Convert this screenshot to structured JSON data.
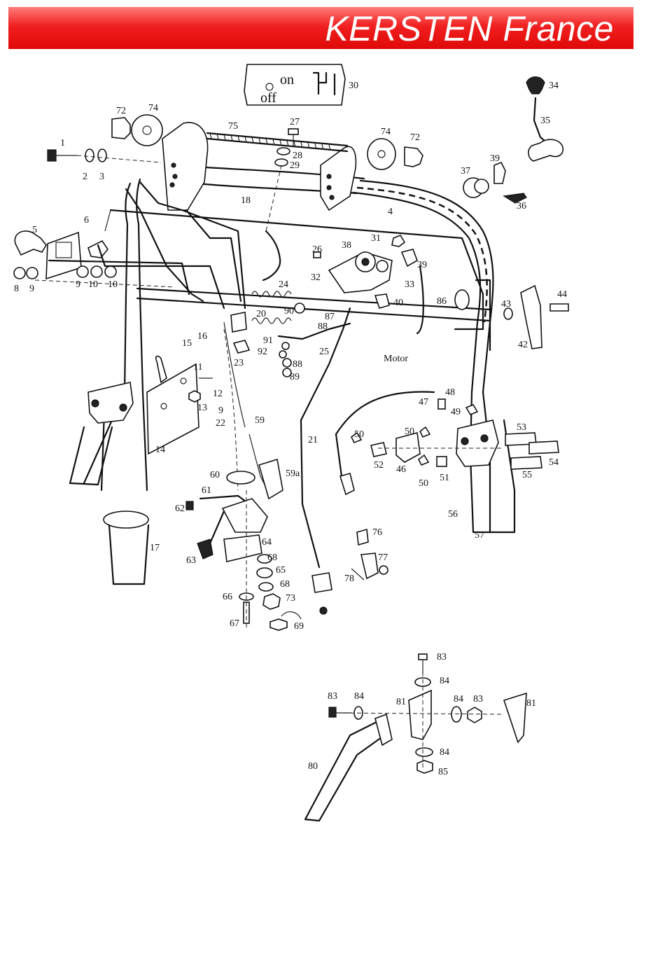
{
  "banner": {
    "title": "KERSTEN France",
    "color": "#e81010"
  },
  "switch_plate": {
    "on": "on",
    "off": "off",
    "ref": "30"
  },
  "motor_label": "Motor",
  "callouts": [
    {
      "id": "c1",
      "text": "1"
    },
    {
      "id": "c2",
      "text": "2"
    },
    {
      "id": "c3",
      "text": "3"
    },
    {
      "id": "c4",
      "text": "4"
    },
    {
      "id": "c5",
      "text": "5"
    },
    {
      "id": "c6",
      "text": "6"
    },
    {
      "id": "c8",
      "text": "8"
    },
    {
      "id": "c9a",
      "text": "9"
    },
    {
      "id": "c9b",
      "text": "9"
    },
    {
      "id": "c10a",
      "text": "10"
    },
    {
      "id": "c10b",
      "text": "10"
    },
    {
      "id": "c11",
      "text": "11"
    },
    {
      "id": "c12",
      "text": "12"
    },
    {
      "id": "c13",
      "text": "13"
    },
    {
      "id": "c14",
      "text": "14"
    },
    {
      "id": "c15",
      "text": "15"
    },
    {
      "id": "c16",
      "text": "16"
    },
    {
      "id": "c17",
      "text": "17"
    },
    {
      "id": "c18",
      "text": "18"
    },
    {
      "id": "c20",
      "text": "20"
    },
    {
      "id": "c21",
      "text": "21"
    },
    {
      "id": "c22",
      "text": "22"
    },
    {
      "id": "c9c",
      "text": "9"
    },
    {
      "id": "c23",
      "text": "23"
    },
    {
      "id": "c24",
      "text": "24"
    },
    {
      "id": "c25",
      "text": "25"
    },
    {
      "id": "c26",
      "text": "26"
    },
    {
      "id": "c27",
      "text": "27"
    },
    {
      "id": "c28",
      "text": "28"
    },
    {
      "id": "c29",
      "text": "29"
    },
    {
      "id": "c31",
      "text": "31"
    },
    {
      "id": "c32",
      "text": "32"
    },
    {
      "id": "c33",
      "text": "33"
    },
    {
      "id": "c34",
      "text": "34"
    },
    {
      "id": "c35",
      "text": "35"
    },
    {
      "id": "c36",
      "text": "36"
    },
    {
      "id": "c37",
      "text": "37"
    },
    {
      "id": "c38",
      "text": "38"
    },
    {
      "id": "c39a",
      "text": "39"
    },
    {
      "id": "c39b",
      "text": "39"
    },
    {
      "id": "c40",
      "text": "40"
    },
    {
      "id": "c42",
      "text": "42"
    },
    {
      "id": "c43",
      "text": "43"
    },
    {
      "id": "c44",
      "text": "44"
    },
    {
      "id": "c46",
      "text": "46"
    },
    {
      "id": "c47",
      "text": "47"
    },
    {
      "id": "c48",
      "text": "48"
    },
    {
      "id": "c49",
      "text": "49"
    },
    {
      "id": "c50a",
      "text": "50"
    },
    {
      "id": "c50b",
      "text": "50"
    },
    {
      "id": "c50c",
      "text": "50"
    },
    {
      "id": "c51",
      "text": "51"
    },
    {
      "id": "c52",
      "text": "52"
    },
    {
      "id": "c53",
      "text": "53"
    },
    {
      "id": "c54",
      "text": "54"
    },
    {
      "id": "c55",
      "text": "55"
    },
    {
      "id": "c56",
      "text": "56"
    },
    {
      "id": "c57",
      "text": "57"
    },
    {
      "id": "c59",
      "text": "59"
    },
    {
      "id": "c59a",
      "text": "59a"
    },
    {
      "id": "c60",
      "text": "60"
    },
    {
      "id": "c61",
      "text": "61"
    },
    {
      "id": "c62",
      "text": "62"
    },
    {
      "id": "c63",
      "text": "63"
    },
    {
      "id": "c64",
      "text": "64"
    },
    {
      "id": "c65",
      "text": "65"
    },
    {
      "id": "c66",
      "text": "66"
    },
    {
      "id": "c67",
      "text": "67"
    },
    {
      "id": "c68a",
      "text": "68"
    },
    {
      "id": "c68b",
      "text": "68"
    },
    {
      "id": "c69",
      "text": "69"
    },
    {
      "id": "c72a",
      "text": "72"
    },
    {
      "id": "c72b",
      "text": "72"
    },
    {
      "id": "c73",
      "text": "73"
    },
    {
      "id": "c74a",
      "text": "74"
    },
    {
      "id": "c74b",
      "text": "74"
    },
    {
      "id": "c75",
      "text": "75"
    },
    {
      "id": "c76",
      "text": "76"
    },
    {
      "id": "c77",
      "text": "77"
    },
    {
      "id": "c78",
      "text": "78"
    },
    {
      "id": "c80",
      "text": "80"
    },
    {
      "id": "c81a",
      "text": "81"
    },
    {
      "id": "c81b",
      "text": "81"
    },
    {
      "id": "c83a",
      "text": "83"
    },
    {
      "id": "c83b",
      "text": "83"
    },
    {
      "id": "c83c",
      "text": "83"
    },
    {
      "id": "c84a",
      "text": "84"
    },
    {
      "id": "c84b",
      "text": "84"
    },
    {
      "id": "c84c",
      "text": "84"
    },
    {
      "id": "c84d",
      "text": "84"
    },
    {
      "id": "c85",
      "text": "85"
    },
    {
      "id": "c86",
      "text": "86"
    },
    {
      "id": "c87",
      "text": "87"
    },
    {
      "id": "c88a",
      "text": "88"
    },
    {
      "id": "c88b",
      "text": "88"
    },
    {
      "id": "c89",
      "text": "89"
    },
    {
      "id": "c90",
      "text": "90"
    },
    {
      "id": "c91",
      "text": "91"
    },
    {
      "id": "c92",
      "text": "92"
    }
  ]
}
